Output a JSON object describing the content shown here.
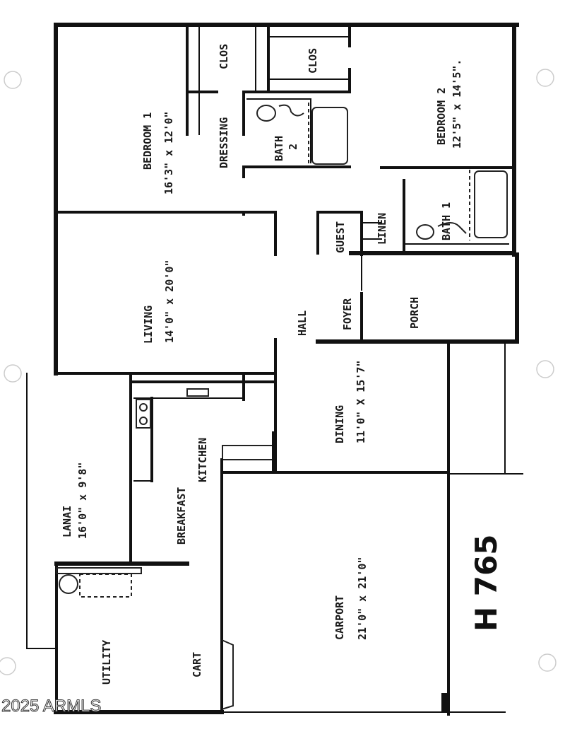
{
  "plan": {
    "model": "H 765",
    "watermark": "2025 ARMLS",
    "rooms": [
      {
        "id": "bedroom1",
        "name": "BEDROOM 1",
        "dims": "16'3\" x 12'0\""
      },
      {
        "id": "closet1",
        "name": "CLOS",
        "dims": ""
      },
      {
        "id": "dressing",
        "name": "DRESSING",
        "dims": ""
      },
      {
        "id": "closet2",
        "name": "CLOS",
        "dims": ""
      },
      {
        "id": "bath2",
        "name": "BATH",
        "dims": "2"
      },
      {
        "id": "bedroom2",
        "name": "BEDROOM 2",
        "dims": "12'5\" x 14'5\"."
      },
      {
        "id": "bath1",
        "name": "BATH 1",
        "dims": ""
      },
      {
        "id": "linen",
        "name": "LINEN",
        "dims": ""
      },
      {
        "id": "guest",
        "name": "GUEST",
        "dims": ""
      },
      {
        "id": "living",
        "name": "LIVING",
        "dims": "14'0\" x 20'0\""
      },
      {
        "id": "hall",
        "name": "HALL",
        "dims": ""
      },
      {
        "id": "foyer",
        "name": "FOYER",
        "dims": ""
      },
      {
        "id": "porch",
        "name": "PORCH",
        "dims": ""
      },
      {
        "id": "dining",
        "name": "DINING",
        "dims": "11'0\" X 15'7\""
      },
      {
        "id": "kitchen",
        "name": "KITCHEN",
        "dims": ""
      },
      {
        "id": "breakfast",
        "name": "BREAKFAST",
        "dims": ""
      },
      {
        "id": "lanai",
        "name": "LANAI",
        "dims": "16'0\" x 9'8\""
      },
      {
        "id": "utility",
        "name": "UTILITY",
        "dims": ""
      },
      {
        "id": "cart",
        "name": "CART",
        "dims": ""
      },
      {
        "id": "carport",
        "name": "CARPORT",
        "dims": "21'0\" x 21'0\""
      }
    ]
  }
}
